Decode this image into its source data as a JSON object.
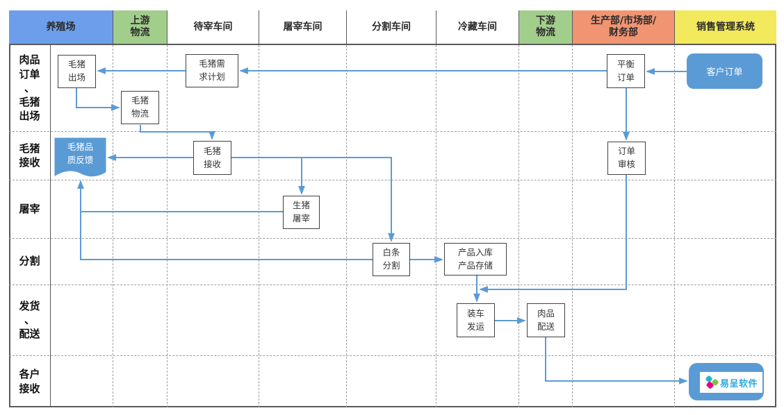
{
  "colors": {
    "lane_blue": "#6D9EEB",
    "lane_green": "#A2CE8C",
    "lane_orange": "#F09472",
    "lane_yellow": "#F2E95C",
    "flow_accent_blue": "#5B9BD5",
    "node_border": "#404040",
    "logo_teal": "#1FB5D1",
    "logo_green": "#7DC243",
    "logo_magenta": "#E5007E",
    "logo_text_blue": "#29ABE2"
  },
  "header": {
    "farm": "养殖场",
    "upstream_logistics": "上游\n物流",
    "waiting_workshop": "待宰车间",
    "slaughter_workshop": "屠宰车间",
    "cutting_workshop": "分割车间",
    "cold_storage_workshop": "冷藏车间",
    "downstream_logistics": "下游\n物流",
    "departments": "生产部/市场部/\n财务部",
    "sales_system": "销售管理系统"
  },
  "row_labels": {
    "r1": "肉品\n订单\n、\n毛猪\n出场",
    "r2": "毛猪\n接收",
    "r3": "屠宰",
    "r4": "分割",
    "r5": "发货\n、\n配送",
    "r6": "各户\n接收"
  },
  "nodes": {
    "pig_exit": "毛猪\n出场",
    "pig_demand_plan": "毛猪需\n求计划",
    "pig_logistics": "毛猪\n物流",
    "balance_order": "平衡\n订单",
    "customer_order": "客户订单",
    "pig_quality_feedback": "毛猪品\n质反馈",
    "pig_receive": "毛猪\n接收",
    "order_review": "订单\n审核",
    "pig_slaughter": "生猪\n屠宰",
    "carcass_cutting": "白条\n分割",
    "product_storage": "产品入库\n产品存储",
    "truck_dispatch": "装车\n发运",
    "meat_delivery": "肉品\n配送",
    "brand": "易呈软件"
  }
}
